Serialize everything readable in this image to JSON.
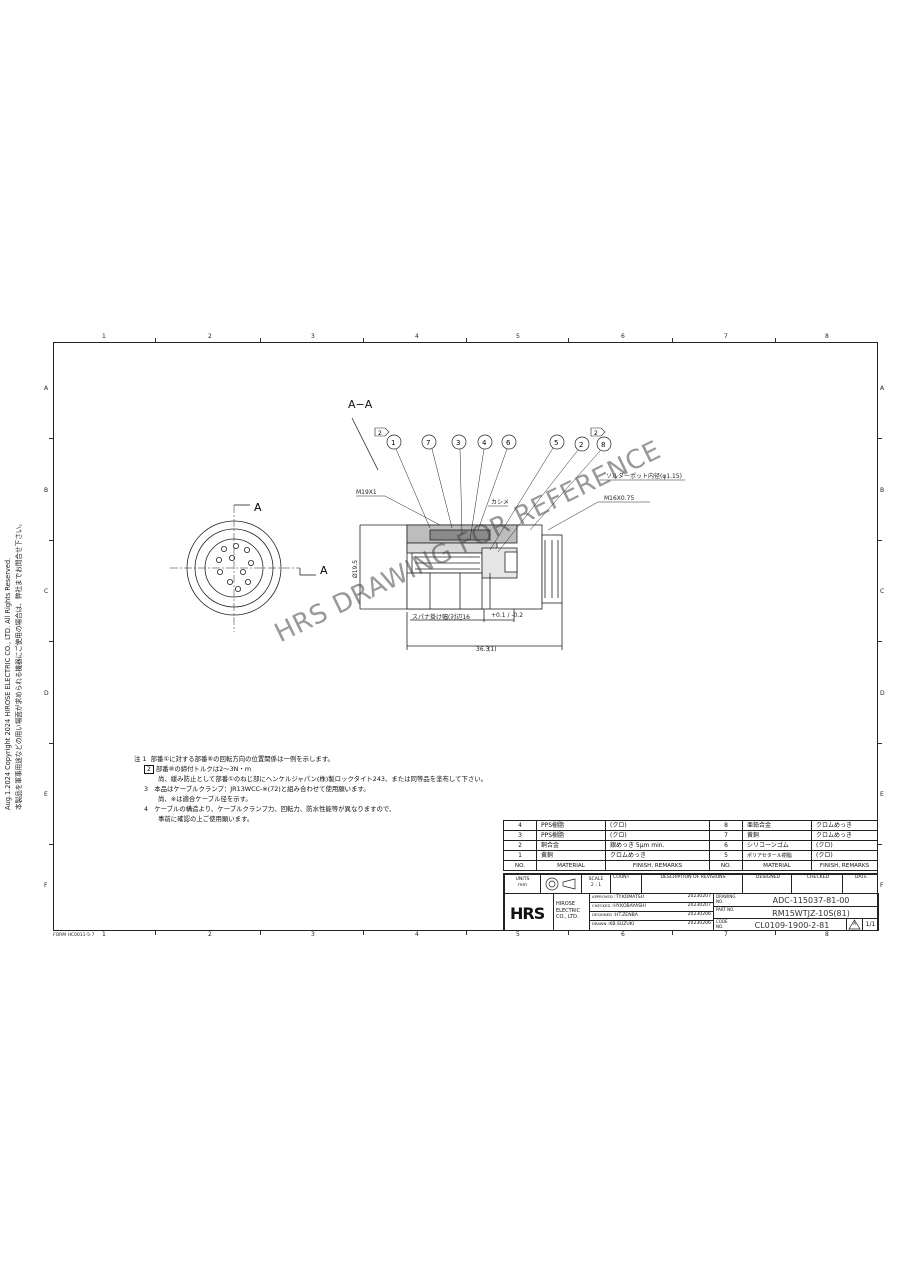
{
  "side_notice": {
    "line1": "Aug.1.2024 Copyright 2024 HIROSE ELECTRIC CO., LTD. All Rights Reserved.",
    "line2": "本製品を軍事用途などの用い場面が求められる機器にご使用の場合は、弊社までお問合せ下さい。"
  },
  "zones": {
    "columns": [
      "1",
      "2",
      "3",
      "4",
      "5",
      "6",
      "7",
      "8"
    ],
    "rows": [
      "A",
      "B",
      "C",
      "D",
      "E",
      "F"
    ]
  },
  "form_no": "FORM HC0011-5-7",
  "watermark": "HRS DRAWING FOR REFERENCE",
  "section_title": "A−A",
  "end_view": {
    "section_marker_top": "A",
    "section_marker_right": "A"
  },
  "callouts": [
    "1",
    "7",
    "3",
    "4",
    "6",
    "5",
    "2",
    "8"
  ],
  "revision_markers": [
    "2",
    "2"
  ],
  "dimension_labels": {
    "thread_left": "M19X1",
    "solder_pot": "ソルダーポット内径(φ1.15)",
    "caulking": "カシメ",
    "thread_right": "M16X0.75",
    "diameter": "Ø19.5",
    "spanner": "スパナ掛け幅(対辺16",
    "spanner_tol": "+0.1 / -0.2",
    "length": "36.3",
    "length_note": "(1)"
  },
  "notes": [
    {
      "prefix": "注 1",
      "box": "",
      "text": "部番①に対する部番⑧の回転方向の位置関係は一例を示します。"
    },
    {
      "prefix": "",
      "box": "2",
      "text": "部番⑧の締付トルクは2〜3N・m"
    },
    {
      "prefix": "",
      "box": "",
      "text": "尚、緩み防止として部番①のねじ部にヘンケルジャパン(株)製ロックタイト243、または同等品を塗布して下さい。"
    },
    {
      "prefix": "3",
      "box": "",
      "text": "本品はケーブルクランプ：JR13WCC-※(72)と組み合わせて使用願います。"
    },
    {
      "prefix": "",
      "box": "",
      "text": "尚、※は適合ケーブル径を示す。"
    },
    {
      "prefix": "4",
      "box": "",
      "text": "ケーブルの構造より、ケーブルクランプ力、回転力、防水性能等が異なりますので、"
    },
    {
      "prefix": "",
      "box": "",
      "text": "事前に確認の上ご使用願います。"
    }
  ],
  "bom": {
    "rows": [
      {
        "no_l": "4",
        "mat_l": "PPS樹脂",
        "fin_l": "(クロ)",
        "no_r": "8",
        "mat_r": "亜鉛合金",
        "fin_r": "クロムめっき"
      },
      {
        "no_l": "3",
        "mat_l": "PPS樹脂",
        "fin_l": "(クロ)",
        "no_r": "7",
        "mat_r": "黄銅",
        "fin_r": "クロムめっき"
      },
      {
        "no_l": "2",
        "mat_l": "銅合金",
        "fin_l": "銀めっき 5μm min.",
        "no_r": "6",
        "mat_r": "シリコーンゴム",
        "fin_r": "(クロ)"
      },
      {
        "no_l": "1",
        "mat_l": "黄銅",
        "fin_l": "クロムめっき",
        "no_r": "5",
        "mat_r": "ポリアセタール樹脂",
        "fin_r": "(クロ)"
      }
    ],
    "header": {
      "no": "NO.",
      "material": "MATERIAL",
      "finish": "FINISH, REMARKS"
    }
  },
  "title_block": {
    "units_label": "UNITS",
    "units_value": "mm",
    "scale_label": "SCALE",
    "scale_value": "2 : 1",
    "count_label": "COUNT",
    "rev_desc_label": "DESCRIPTION OF REVISIONS",
    "designed_label": "DESIGNED",
    "checked_label": "CHECKED",
    "date_label": "DATE",
    "logo": "HRS",
    "company": [
      "HIROSE",
      "ELECTRIC",
      "CO., LTD."
    ],
    "people": [
      {
        "role": "APPROVED",
        "name": ":TY.KOMATSU",
        "date": "20230207"
      },
      {
        "role": "CHECKED",
        "name": ":HY.KOBAYASHI",
        "date": "20230207"
      },
      {
        "role": "DESIGNED",
        "name": ":HT.ZENBA",
        "date": "20230206"
      },
      {
        "role": "DRAWN",
        "name": ":KB.SUZUKI",
        "date": "20230206"
      }
    ],
    "drawing_no_label": "DRAWING NO.",
    "drawing_no": "ADC-115037-81-00",
    "part_no_label": "PART NO.",
    "part_no": "RM15WTJZ-10S(81)",
    "code_no_label": "CODE NO.",
    "code_no": "CL0109-1900-2-81",
    "rev_mark": "A",
    "sheet": "1/1"
  }
}
